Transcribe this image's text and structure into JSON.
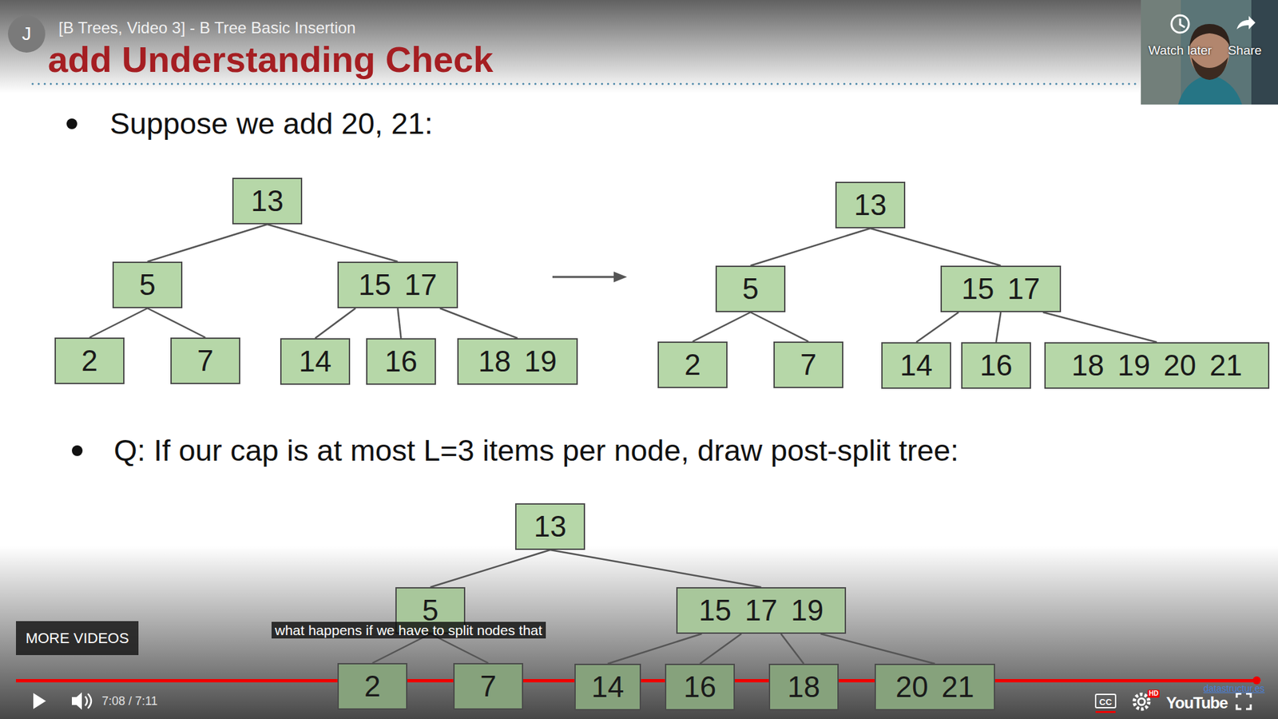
{
  "diagram": {
    "title": "add Understanding Check",
    "nodes": [
      {
        "text": [
          "13"
        ]
      },
      {
        "text": [
          "5"
        ]
      },
      {
        "text": [
          "15 17"
        ]
      },
      {
        "text": [
          "2"
        ]
      },
      {
        "text": [
          "7"
        ]
      },
      {
        "text": [
          "14"
        ]
      },
      {
        "text": [
          "16"
        ]
      },
      {
        "text": [
          "18 19"
        ]
      },
      {
        "text": [
          "13"
        ]
      },
      {
        "text": [
          "5"
        ]
      },
      {
        "text": [
          "15 17"
        ]
      },
      {
        "text": [
          "2"
        ]
      },
      {
        "text": [
          "7"
        ]
      },
      {
        "text": [
          "14"
        ]
      },
      {
        "text": [
          "16"
        ]
      },
      {
        "text": [
          "18 19 20 21"
        ]
      },
      {
        "text": [
          "13"
        ]
      },
      {
        "text": [
          "5"
        ]
      },
      {
        "text": [
          "15 17 19"
        ]
      },
      {
        "text": [
          "2"
        ]
      },
      {
        "text": [
          "7"
        ]
      },
      {
        "text": [
          "14"
        ]
      },
      {
        "text": [
          "16"
        ]
      },
      {
        "text": [
          "18"
        ]
      },
      {
        "text": [
          "20 21"
        ]
      }
    ],
    "edges": [
      {
        "from": 0,
        "to": 1,
        "arrow": "none"
      },
      {
        "from": 0,
        "to": 2,
        "arrow": "none"
      },
      {
        "from": 1,
        "to": 3,
        "arrow": "none"
      },
      {
        "from": 1,
        "to": 4,
        "arrow": "none"
      },
      {
        "from": 2,
        "to": 5,
        "arrow": "none"
      },
      {
        "from": 2,
        "to": 6,
        "arrow": "none"
      },
      {
        "from": 2,
        "to": 7,
        "arrow": "none"
      },
      {
        "from": 8,
        "to": 9,
        "arrow": "none"
      },
      {
        "from": 8,
        "to": 10,
        "arrow": "none"
      },
      {
        "from": 9,
        "to": 11,
        "arrow": "none"
      },
      {
        "from": 9,
        "to": 12,
        "arrow": "none"
      },
      {
        "from": 10,
        "to": 13,
        "arrow": "none"
      },
      {
        "from": 10,
        "to": 14,
        "arrow": "none"
      },
      {
        "from": 10,
        "to": 15,
        "arrow": "none"
      },
      {
        "from": 16,
        "to": 17,
        "arrow": "none"
      },
      {
        "from": 16,
        "to": 18,
        "arrow": "none"
      },
      {
        "from": 17,
        "to": 19,
        "arrow": "none"
      },
      {
        "from": 17,
        "to": 20,
        "arrow": "none"
      },
      {
        "from": 18,
        "to": 21,
        "arrow": "none"
      },
      {
        "from": 18,
        "to": 22,
        "arrow": "none"
      },
      {
        "from": 18,
        "to": 23,
        "arrow": "none"
      },
      {
        "from": 18,
        "to": 24,
        "arrow": "none"
      }
    ],
    "labels": [
      "J",
      "[B Trees, Video 3] - B Tree Basic Insertion",
      "Watch later",
      "Share",
      "Suppose we add 20, 21:",
      "Q: If our cap is at most L=3 items per node, draw post-split tree:",
      "MORE VIDEOS",
      "what happens if we have to split nodes that",
      "7:08 / 7:11",
      "CC",
      "HD",
      "YouTube",
      "datastructur.es"
    ]
  }
}
